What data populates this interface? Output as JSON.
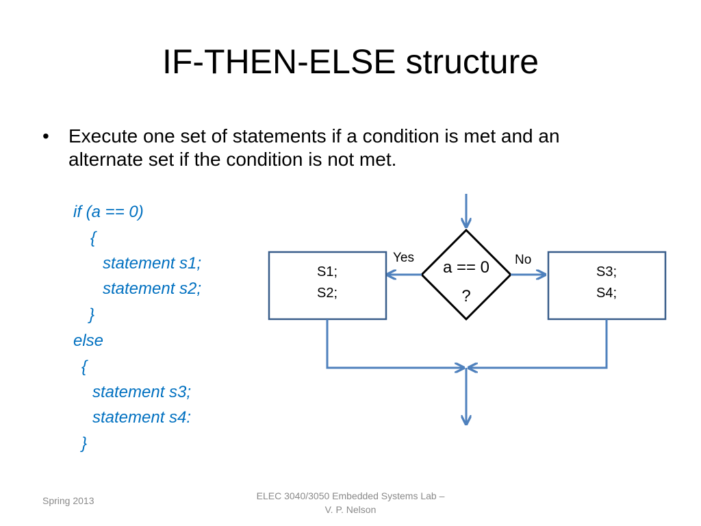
{
  "slide": {
    "title": "IF-THEN-ELSE structure",
    "bullet_symbol": "•",
    "bullet_line1": "Execute one set of statements if a condition is met and an",
    "bullet_line2": "alternate set if the condition is not met."
  },
  "code": {
    "lines": [
      "if (a == 0)",
      "{",
      "statement s1;",
      "statement s2;",
      "}",
      "else",
      "{",
      "statement s3;",
      "statement s4:",
      "}"
    ]
  },
  "flowchart": {
    "decision_line1": "a == 0",
    "decision_line2": "?",
    "yes_label": "Yes",
    "no_label": "No",
    "left_box_line1": "S1;",
    "left_box_line2": "S2;",
    "right_box_line1": "S3;",
    "right_box_line2": "S4;"
  },
  "footer": {
    "left": "Spring 2013",
    "center_line1": "ELEC 3040/3050 Embedded Systems Lab –",
    "center_line2": "V. P. Nelson"
  },
  "colors": {
    "flow_line": "#4f81bd",
    "box_border": "#385d8a",
    "code_text": "#0070c0",
    "footer_text": "#898989"
  }
}
